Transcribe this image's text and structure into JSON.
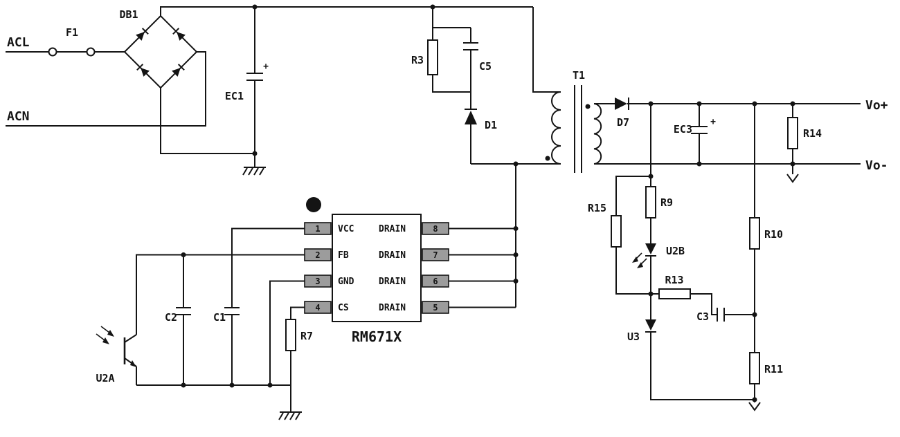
{
  "labels": {
    "acl": "ACL",
    "acn": "ACN",
    "f1": "F1",
    "db1": "DB1",
    "ec1": "EC1",
    "ec1_plus": "+",
    "r3": "R3",
    "c5": "C5",
    "d1": "D1",
    "t1": "T1",
    "c2": "C2",
    "c1": "C1",
    "r7": "R7",
    "u2a": "U2A",
    "d7": "D7",
    "ec3": "EC3",
    "ec3_plus": "+",
    "r14": "R14",
    "r15": "R15",
    "r9": "R9",
    "u2b": "U2B",
    "r13": "R13",
    "c3": "C3",
    "r10": "R10",
    "u3": "U3",
    "r11": "R11",
    "vo_plus": "Vo+",
    "vo_minus": "Vo-"
  },
  "ic": {
    "part_number": "RM671X",
    "left_pins": [
      {
        "number": "1",
        "name": "VCC"
      },
      {
        "number": "2",
        "name": "FB"
      },
      {
        "number": "3",
        "name": "GND"
      },
      {
        "number": "4",
        "name": "CS"
      }
    ],
    "right_pins": [
      {
        "number": "8",
        "name": "DRAIN"
      },
      {
        "number": "7",
        "name": "DRAIN"
      },
      {
        "number": "6",
        "name": "DRAIN"
      },
      {
        "number": "5",
        "name": "DRAIN"
      }
    ]
  },
  "colors": {
    "ink": "#141414",
    "pin_box": "#9c9c9c",
    "background": "#ffffff"
  }
}
